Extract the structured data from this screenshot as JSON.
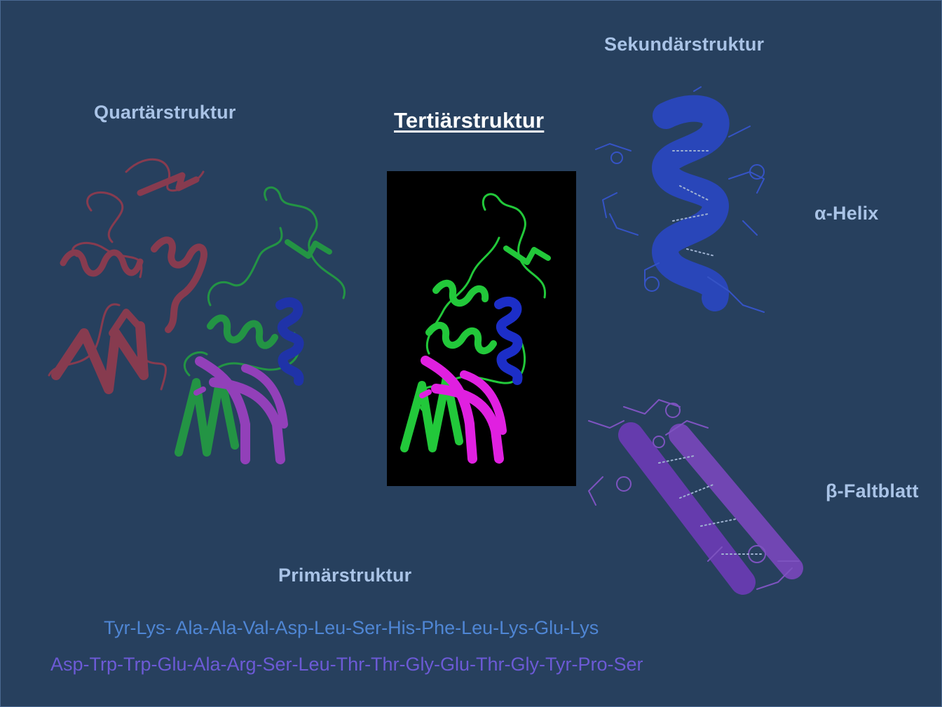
{
  "labels": {
    "quartaer": "Quartärstruktur",
    "tertiaer": "Tertiärstruktur",
    "sekundaer": "Sekundärstruktur",
    "helix": "α-Helix",
    "faltblatt": "β-Faltblatt",
    "primaer": "Primärstruktur"
  },
  "sequence": {
    "line1": "Tyr-Lys- Ala-Ala-Val-Asp-Leu-Ser-His-Phe-Leu-Lys-Glu-Lys",
    "line2": "Asp-Trp-Trp-Glu-Ala-Arg-Ser-Leu-Thr-Thr-Gly-Glu-Thr-Gly-Tyr-Pro-Ser"
  },
  "colors": {
    "background": "#27405e",
    "label": "#a9c3e6",
    "seq_line1": "#4f86d4",
    "seq_line2": "#6c5ad6",
    "chain_red": "#b03a4a",
    "chain_green": "#22b83a",
    "chain_blue": "#1c2ec8",
    "chain_magenta": "#e020e0"
  }
}
